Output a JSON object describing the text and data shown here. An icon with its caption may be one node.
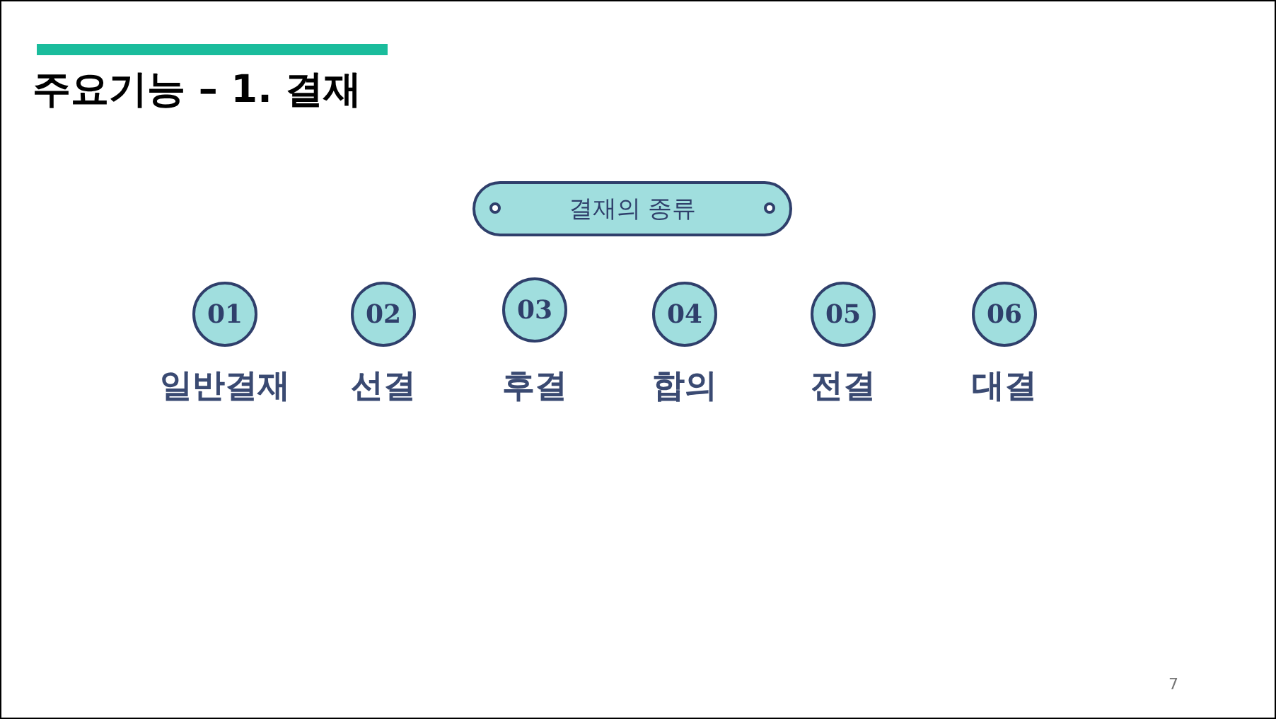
{
  "diagram": {
    "title": "주요기능 – 1. 결재",
    "nodes": [
      {
        "text": [
          "결재의 종류"
        ]
      },
      {
        "text": [
          "01"
        ],
        "beside": [
          "일반결재"
        ]
      },
      {
        "text": [
          "02"
        ],
        "beside": [
          "선결"
        ]
      },
      {
        "text": [
          "03"
        ],
        "beside": [
          "후결"
        ]
      },
      {
        "text": [
          "04"
        ],
        "beside": [
          "합의"
        ]
      },
      {
        "text": [
          "05"
        ],
        "beside": [
          "전결"
        ]
      },
      {
        "text": [
          "06"
        ],
        "beside": [
          "대결"
        ]
      }
    ],
    "edges": [],
    "labels": [
      "7"
    ]
  }
}
